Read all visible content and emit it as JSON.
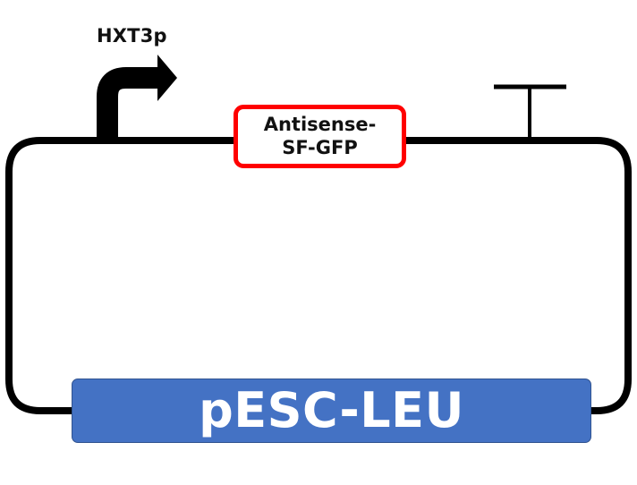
{
  "plasmid": {
    "promoter": {
      "label": "HXT3p",
      "icon": "promoter-arrow-icon"
    },
    "insert": {
      "label": "Antisense-\nSF-GFP",
      "border_color": "#ff0000"
    },
    "terminator": {
      "icon": "terminator-icon"
    },
    "backbone": {
      "label": "pESC-LEU",
      "fill_color": "#4472c4"
    },
    "line_color": "#000000"
  }
}
